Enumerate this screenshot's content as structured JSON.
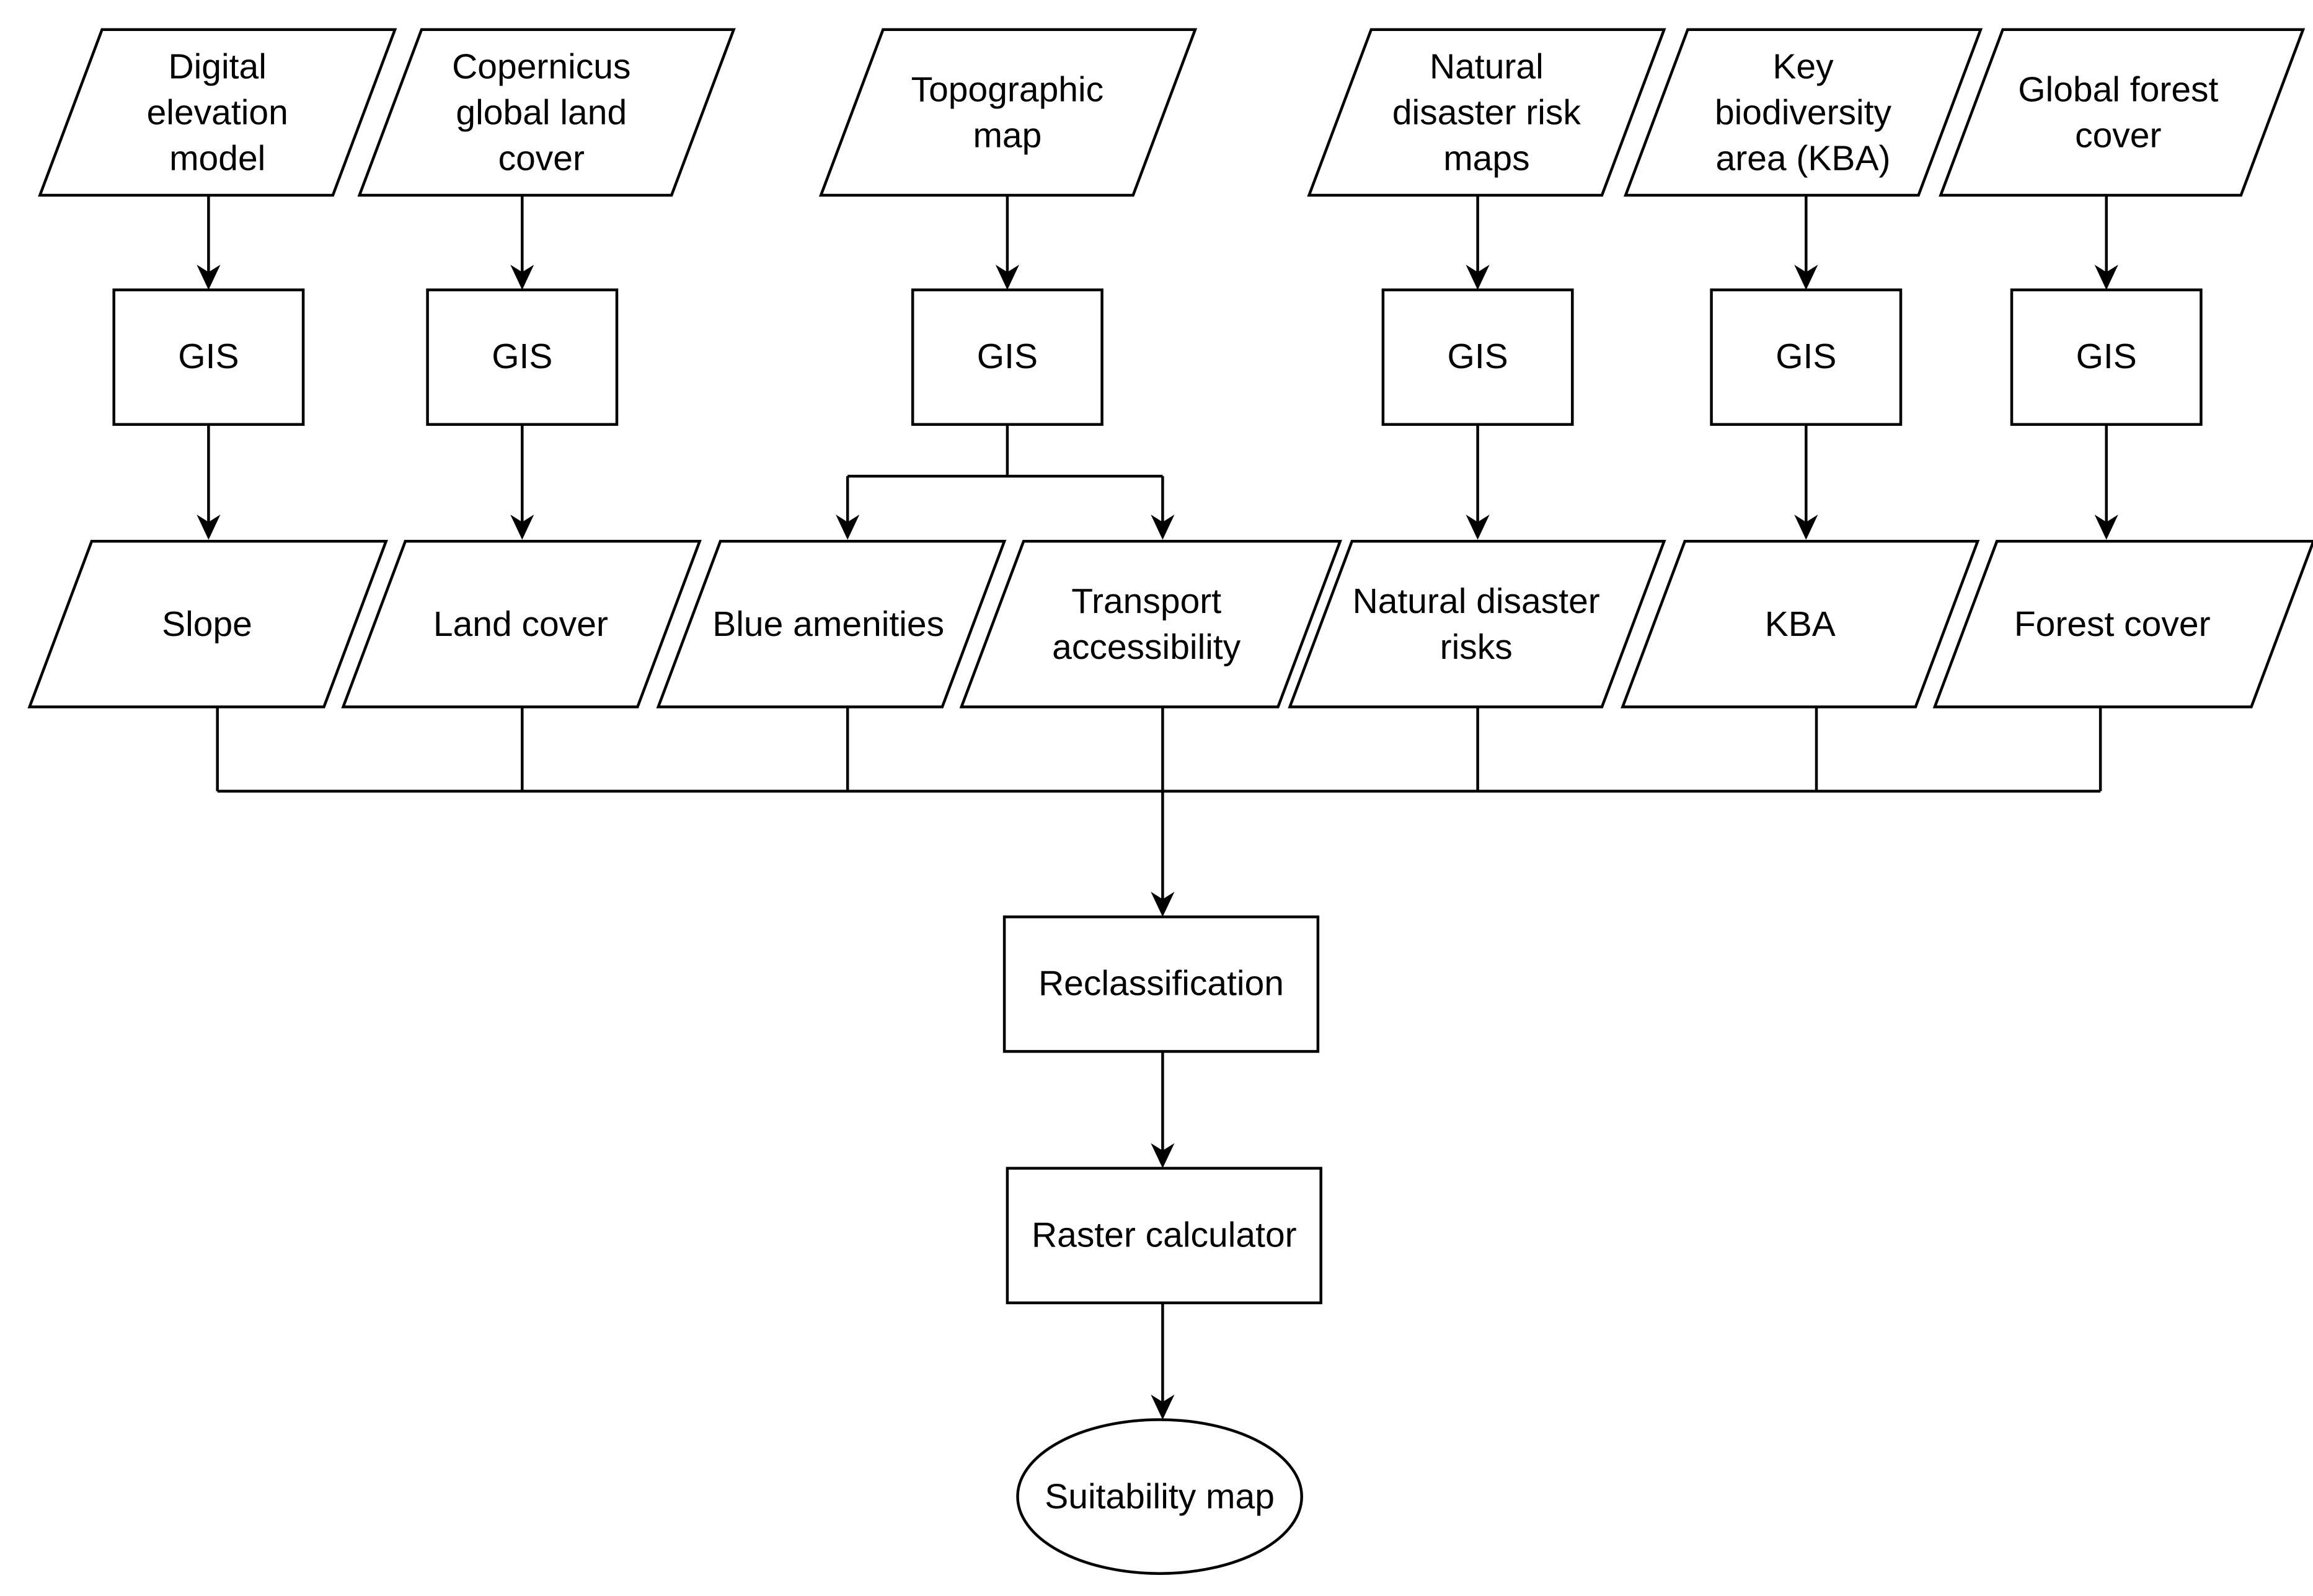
{
  "inputs": {
    "dem": [
      "Digital",
      "elevation",
      "model"
    ],
    "copernicus": [
      "Copernicus",
      "global land",
      "cover"
    ],
    "topographic": [
      "Topographic",
      "map"
    ],
    "disaster": [
      "Natural",
      "disaster risk",
      "maps"
    ],
    "kba": [
      "Key",
      "biodiversity",
      "area (KBA)"
    ],
    "forest": [
      "Global forest",
      "cover"
    ]
  },
  "process": {
    "gis_label": "GIS",
    "reclassification": "Reclassification",
    "raster_calculator": "Raster calculator"
  },
  "layers": {
    "slope": [
      "Slope"
    ],
    "land_cover": [
      "Land cover"
    ],
    "blue_amenities": [
      "Blue amenities"
    ],
    "transport": [
      "Transport",
      "accessibility"
    ],
    "disaster_risks": [
      "Natural disaster",
      "risks"
    ],
    "kba": [
      "KBA"
    ],
    "forest_cover": [
      "Forest cover"
    ]
  },
  "output": {
    "suitability_map": "Suitability map"
  },
  "colors": {
    "stroke": "#000000",
    "fill": "#ffffff"
  }
}
